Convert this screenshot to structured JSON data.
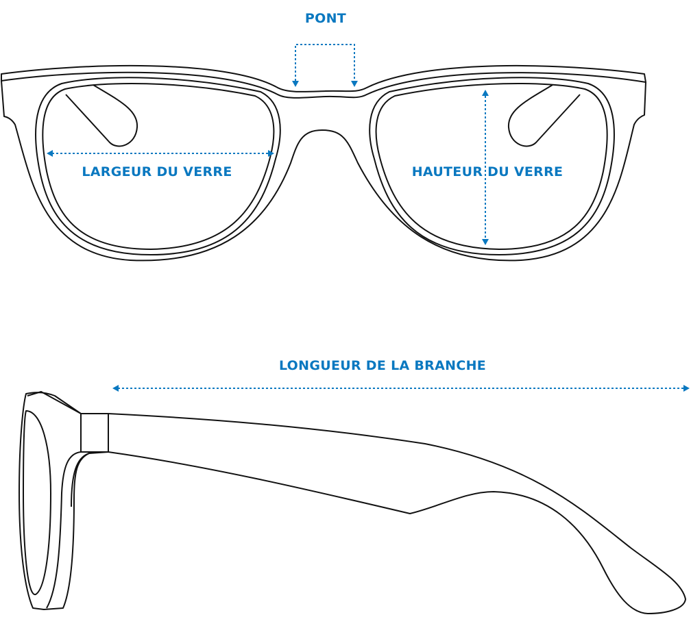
{
  "labels": {
    "bridge": "PONT",
    "lens_width": "LARGEUR DU VERRE",
    "lens_height": "HAUTEUR DU VERRE",
    "temple_length": "LONGUEUR DE LA BRANCHE"
  },
  "colors": {
    "accent": "#0a78c0",
    "line": "#111111"
  }
}
